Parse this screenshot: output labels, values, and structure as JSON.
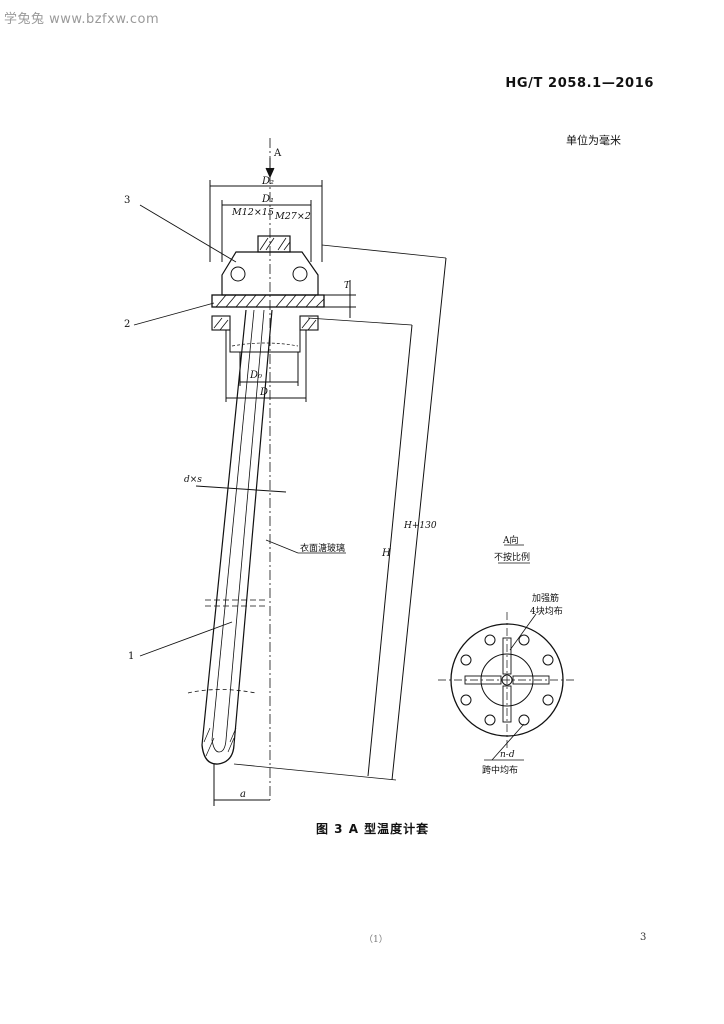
{
  "header": {
    "watermark": "学兔兔 www.bzfxw.com",
    "standard_number": "HG/T 2058.1—2016",
    "unit_note": "单位为毫米"
  },
  "figure": {
    "caption": "图 3   A 型温度计套",
    "view_arrow": "A",
    "dims": {
      "D2": "D₂",
      "D1": "D₁",
      "thread_left": "M12×15",
      "thread_right": "M27×2",
      "T": "T",
      "D0": "D₀",
      "D": "D",
      "dxs": "d×s",
      "H": "H",
      "H130": "H+130",
      "a": "a"
    },
    "callouts": {
      "part1": "1",
      "part2": "2",
      "part3": "3"
    },
    "surface_note": "衣面溏玻璃",
    "detail_view": {
      "title": "A向",
      "subtitle": "不按比例",
      "rib_note_1": "加强筋",
      "rib_note_2": "4块均布",
      "holes_label": "n-d",
      "holes_note": "跨中均布"
    }
  },
  "footer": {
    "mark": "（1）",
    "page_number": "3"
  }
}
